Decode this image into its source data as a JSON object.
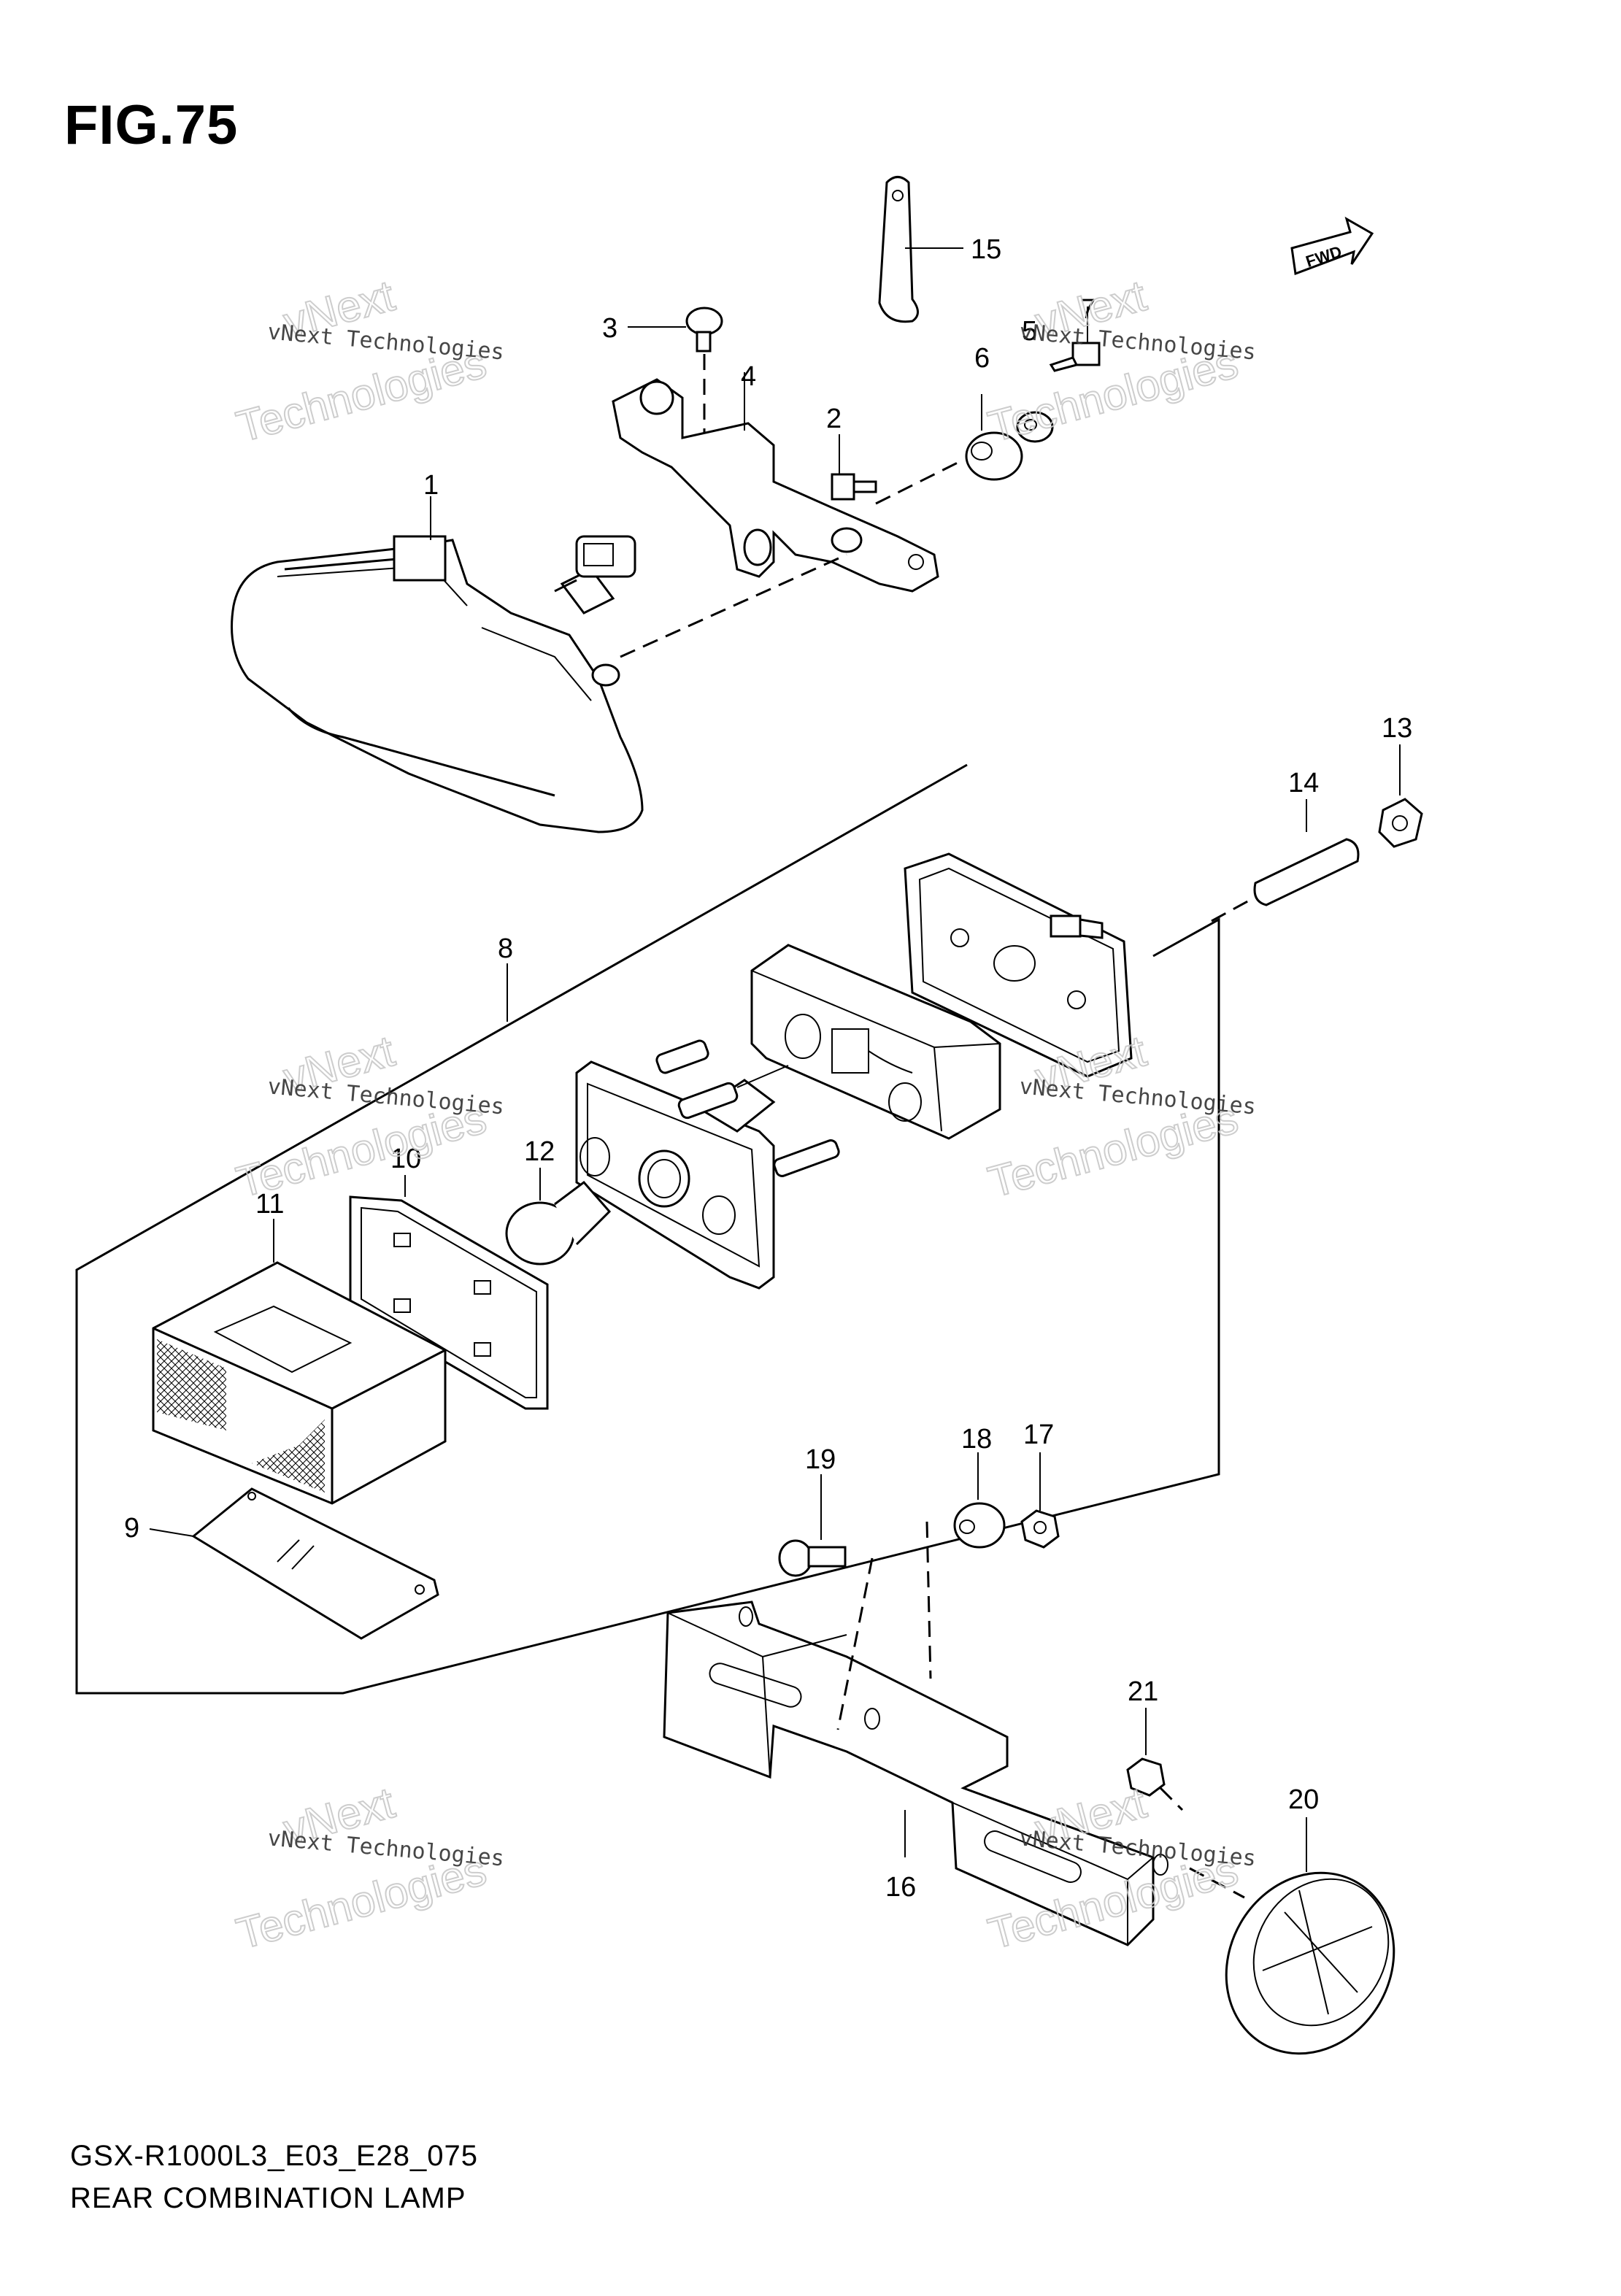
{
  "figure": {
    "title": "FIG.75"
  },
  "badge": {
    "text": "FWD"
  },
  "callouts": [
    {
      "num": "1"
    },
    {
      "num": "2"
    },
    {
      "num": "3"
    },
    {
      "num": "4"
    },
    {
      "num": "5"
    },
    {
      "num": "6"
    },
    {
      "num": "7"
    },
    {
      "num": "8"
    },
    {
      "num": "9"
    },
    {
      "num": "10"
    },
    {
      "num": "11"
    },
    {
      "num": "12"
    },
    {
      "num": "13"
    },
    {
      "num": "14"
    },
    {
      "num": "15"
    },
    {
      "num": "16"
    },
    {
      "num": "17"
    },
    {
      "num": "18"
    },
    {
      "num": "19"
    },
    {
      "num": "20"
    },
    {
      "num": "21"
    }
  ],
  "watermark": {
    "line1": "vNext Technologies",
    "line2": "Technologies",
    "line3": "vNext"
  },
  "footer": {
    "code": "GSX-R1000L3_E03_E28_075",
    "name": "REAR COMBINATION LAMP"
  }
}
